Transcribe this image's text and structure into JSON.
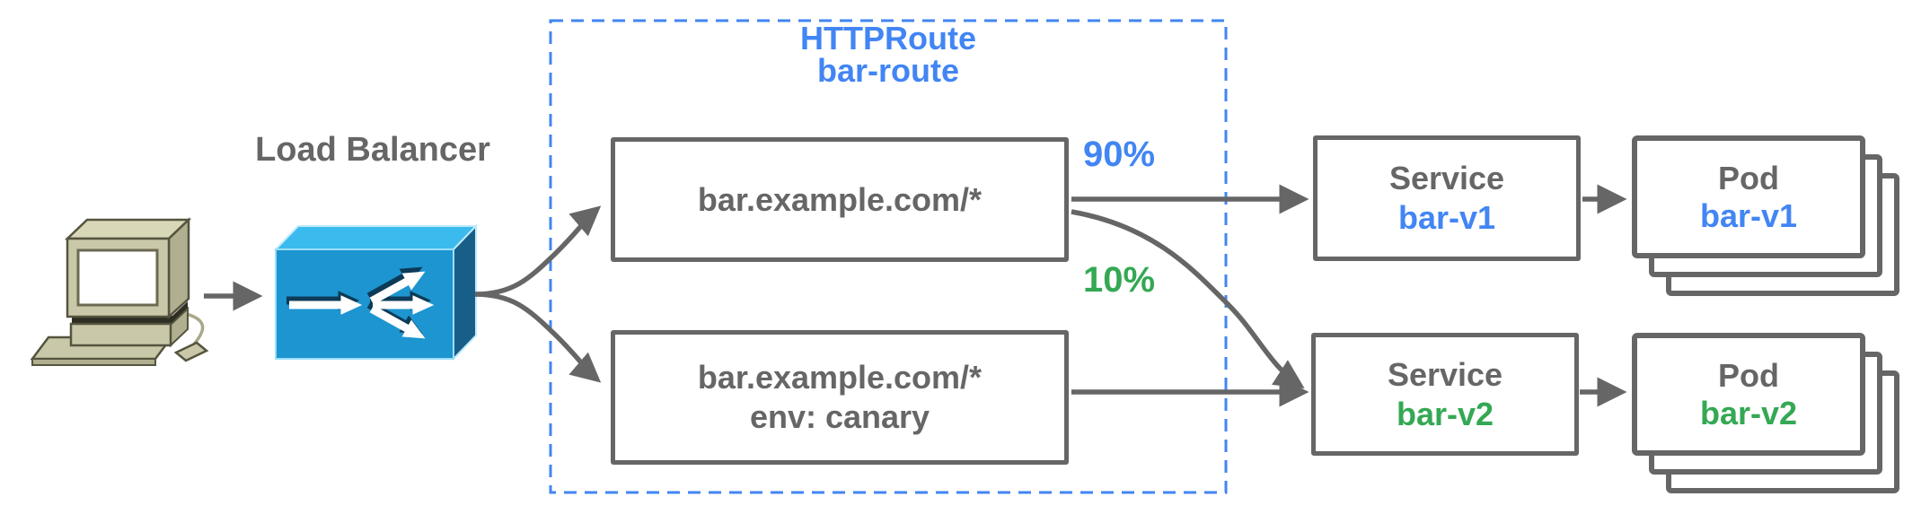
{
  "client": {
    "icon": "desktop-computer-icon"
  },
  "load_balancer": {
    "label": "Load Balancer",
    "icon": "load-balancer-icon"
  },
  "httproute": {
    "kind": "HTTPRoute",
    "name": "bar-route"
  },
  "routes": [
    {
      "match": "bar.example.com/*"
    },
    {
      "match": "bar.example.com/*",
      "header": "env: canary"
    }
  ],
  "weights": [
    {
      "value": "90%",
      "color": "#4285F4"
    },
    {
      "value": "10%",
      "color": "#34A853"
    }
  ],
  "services": [
    {
      "kind": "Service",
      "name": "bar-v1",
      "color": "#4285F4"
    },
    {
      "kind": "Service",
      "name": "bar-v2",
      "color": "#34A853"
    }
  ],
  "pods": [
    {
      "kind": "Pod",
      "name": "bar-v1",
      "color": "#4285F4"
    },
    {
      "kind": "Pod",
      "name": "bar-v2",
      "color": "#34A853"
    }
  ],
  "colors": {
    "accent_blue": "#4285F4",
    "accent_green": "#34A853",
    "diagram_gray": "#666666",
    "lb_top": "#3BBAEE",
    "lb_front": "#1D95D0",
    "lb_side": "#175E88"
  }
}
